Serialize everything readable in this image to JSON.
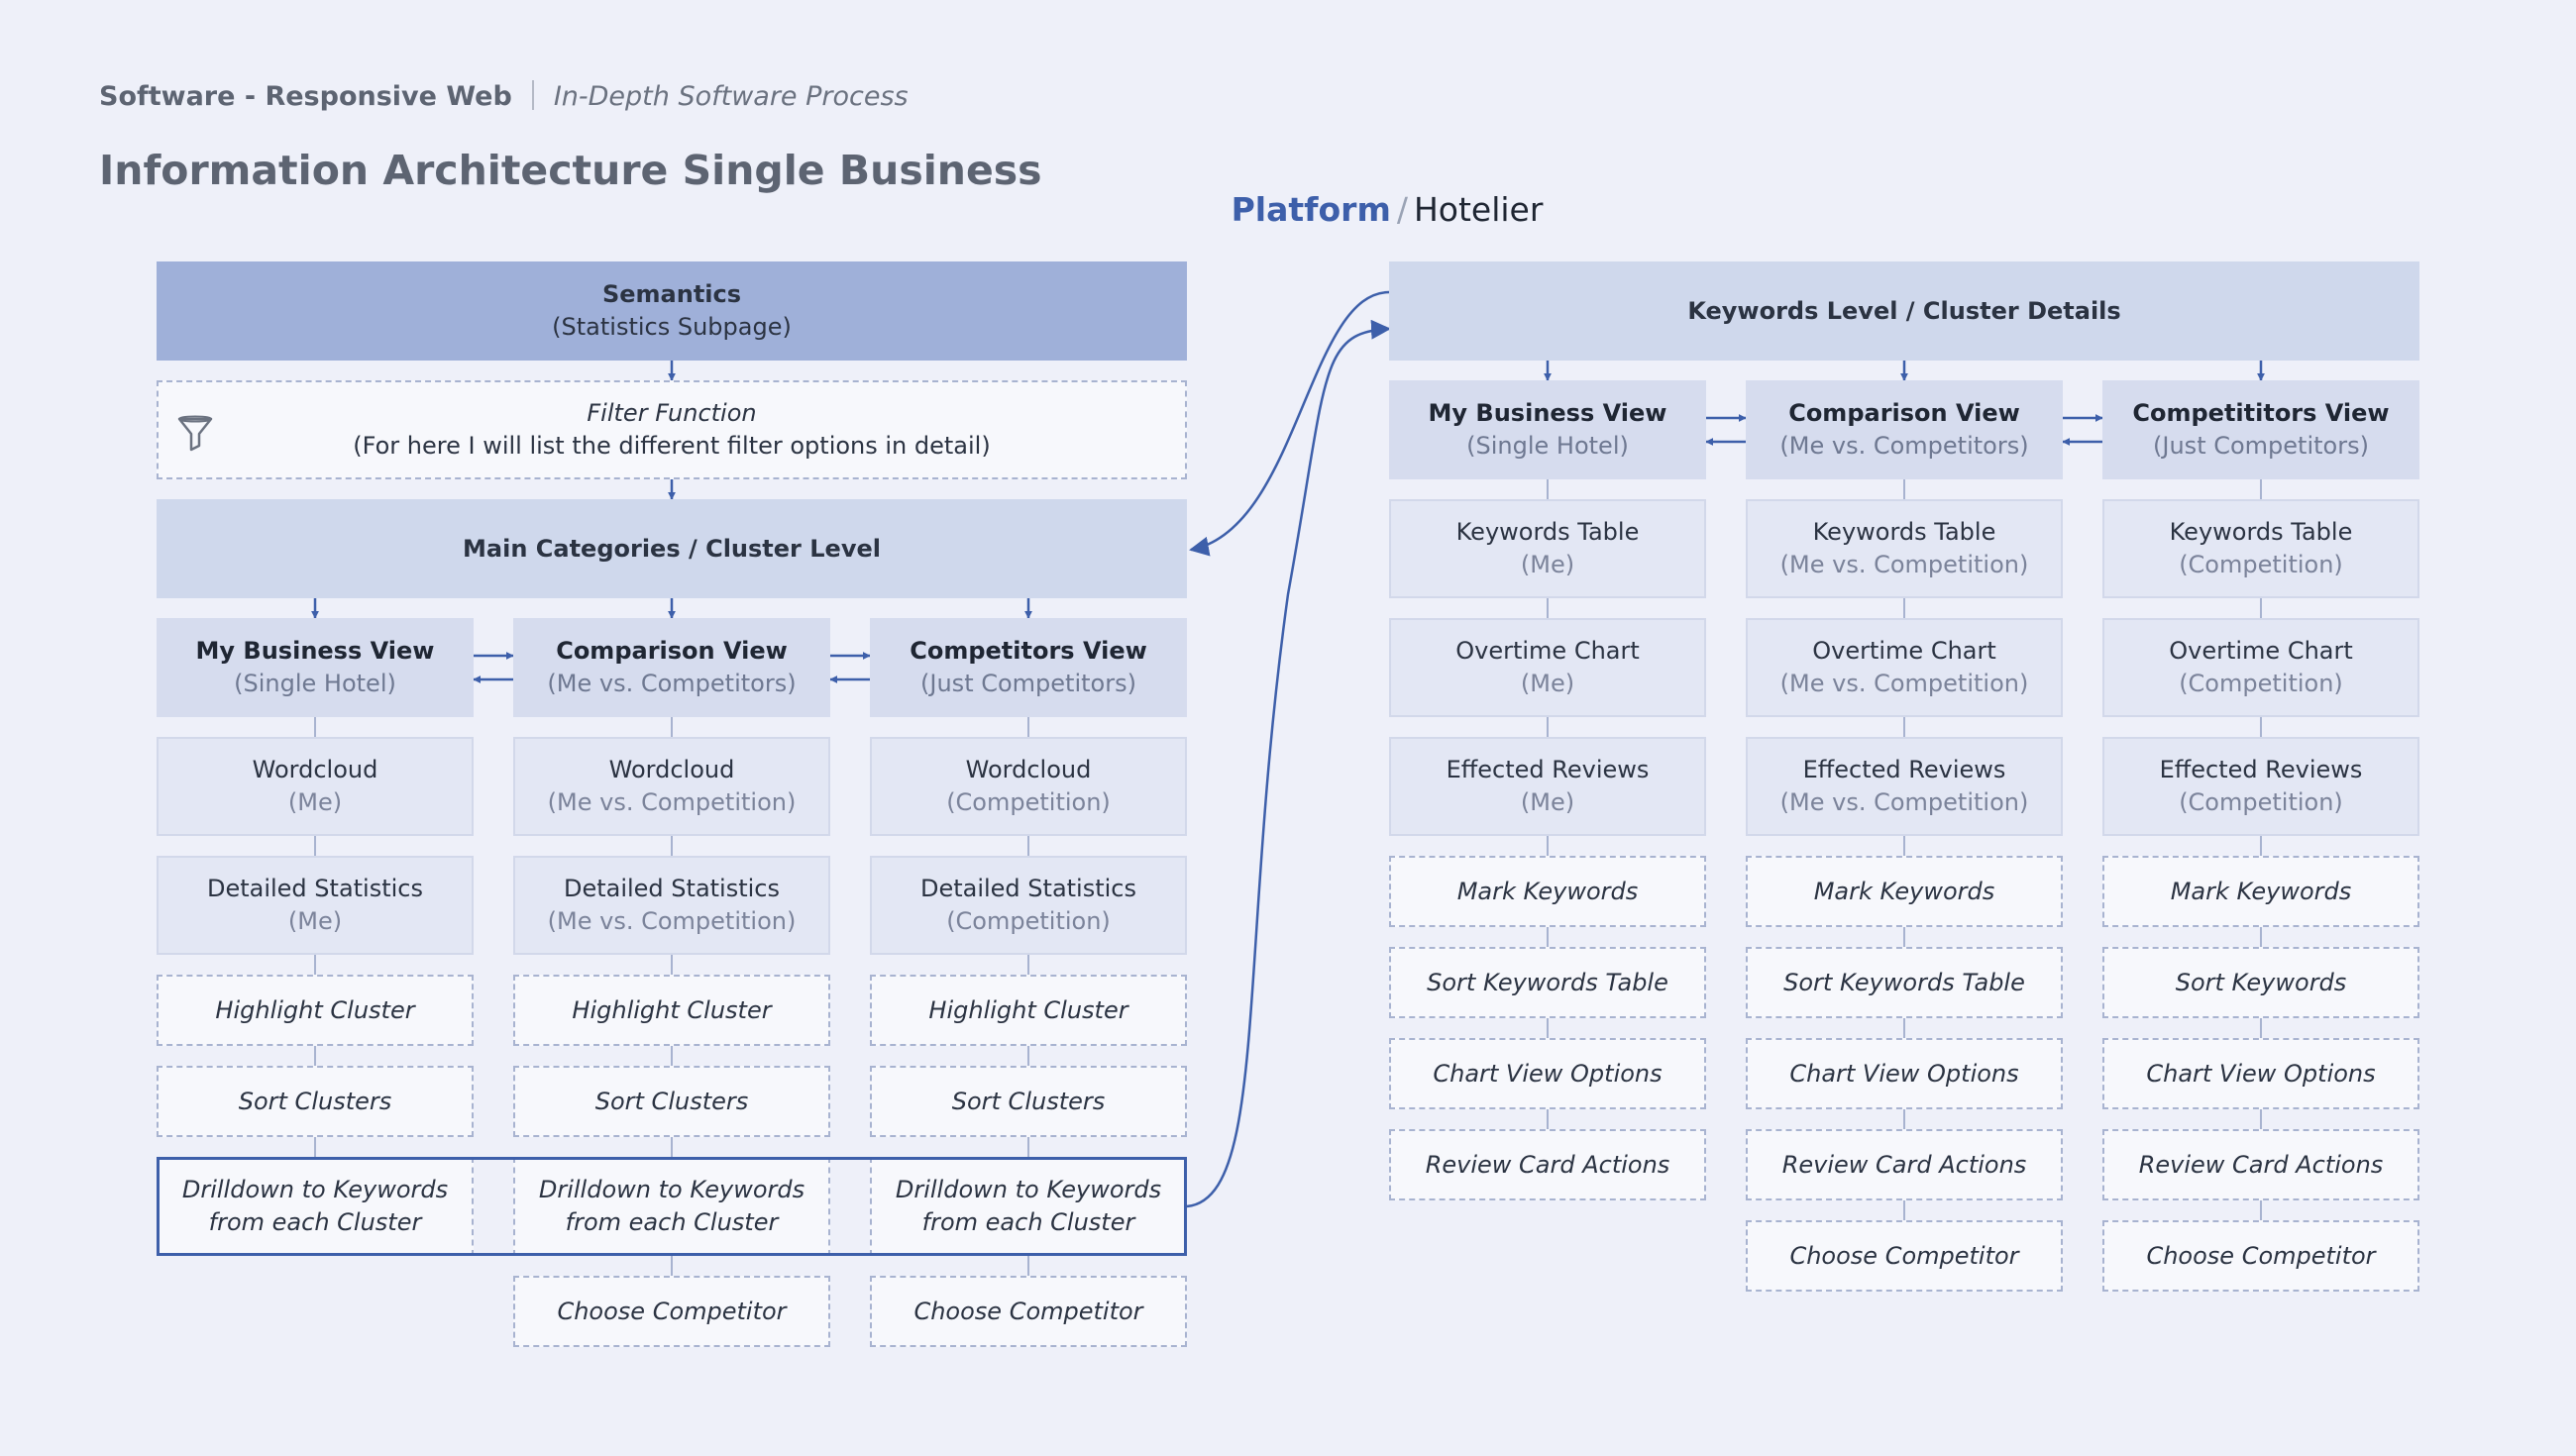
{
  "header": {
    "brand": "Software - Responsive Web",
    "process": "In-Depth Software Process",
    "title": "Information Architecture Single Business"
  },
  "breadcrumb": {
    "platform": "Platform",
    "separator": "/",
    "page": "Hotelier"
  },
  "left": {
    "root": {
      "title": "Semantics",
      "subtitle": "(Statistics Subpage)"
    },
    "filter": {
      "title": "Filter Function",
      "subtitle": "(For here I will list the different filter options in detail)"
    },
    "category": {
      "title": "Main Categories / Cluster Level"
    },
    "columns": [
      {
        "view": {
          "title": "My Business View",
          "subtitle": "(Single Hotel)"
        },
        "items": [
          {
            "title": "Wordcloud",
            "subtitle": "(Me)"
          },
          {
            "title": "Detailed Statistics",
            "subtitle": "(Me)"
          }
        ],
        "actions": [
          "Highlight Cluster",
          "Sort Clusters"
        ],
        "drilldown": {
          "line1": "Drilldown to Keywords",
          "line2": "from each Cluster"
        }
      },
      {
        "view": {
          "title": "Comparison View",
          "subtitle": "(Me vs. Competitors)"
        },
        "items": [
          {
            "title": "Wordcloud",
            "subtitle": "(Me vs. Competition)"
          },
          {
            "title": "Detailed Statistics",
            "subtitle": "(Me vs. Competition)"
          }
        ],
        "actions": [
          "Highlight Cluster",
          "Sort Clusters"
        ],
        "drilldown": {
          "line1": "Drilldown to Keywords",
          "line2": "from each Cluster"
        },
        "extra": "Choose Competitor"
      },
      {
        "view": {
          "title": "Competitors View",
          "subtitle": "(Just Competitors)"
        },
        "items": [
          {
            "title": "Wordcloud",
            "subtitle": "(Competition)"
          },
          {
            "title": "Detailed Statistics",
            "subtitle": "(Competition)"
          }
        ],
        "actions": [
          "Highlight Cluster",
          "Sort Clusters"
        ],
        "drilldown": {
          "line1": "Drilldown to Keywords",
          "line2": "from each Cluster"
        },
        "extra": "Choose Competitor"
      }
    ]
  },
  "right": {
    "root": {
      "title": "Keywords Level / Cluster Details"
    },
    "columns": [
      {
        "view": {
          "title": "My Business View",
          "subtitle": "(Single Hotel)"
        },
        "items": [
          {
            "title": "Keywords Table",
            "subtitle": "(Me)"
          },
          {
            "title": "Overtime Chart",
            "subtitle": "(Me)"
          },
          {
            "title": "Effected Reviews",
            "subtitle": "(Me)"
          }
        ],
        "actions": [
          "Mark Keywords",
          "Sort Keywords Table",
          "Chart View Options",
          "Review Card Actions"
        ]
      },
      {
        "view": {
          "title": "Comparison View",
          "subtitle": "(Me vs. Competitors)"
        },
        "items": [
          {
            "title": "Keywords Table",
            "subtitle": "(Me vs. Competition)"
          },
          {
            "title": "Overtime Chart",
            "subtitle": "(Me vs. Competition)"
          },
          {
            "title": "Effected Reviews",
            "subtitle": "(Me vs. Competition)"
          }
        ],
        "actions": [
          "Mark Keywords",
          "Sort Keywords Table",
          "Chart View Options",
          "Review Card Actions",
          "Choose Competitor"
        ]
      },
      {
        "view": {
          "title": "Competititors View",
          "subtitle": "(Just Competitors)"
        },
        "items": [
          {
            "title": "Keywords Table",
            "subtitle": "(Competition)"
          },
          {
            "title": "Overtime Chart",
            "subtitle": "(Competition)"
          },
          {
            "title": "Effected Reviews",
            "subtitle": "(Competition)"
          }
        ],
        "actions": [
          "Mark Keywords",
          "Sort Keywords",
          "Chart View Options",
          "Review Card Actions",
          "Choose Competitor"
        ]
      }
    ]
  },
  "colors": {
    "accent": "#3d5faa",
    "head": "#9fb0d9",
    "category": "#cfd8ec",
    "view": "#d6dcee",
    "item": "#e3e7f4",
    "background": "#eef0f9"
  }
}
